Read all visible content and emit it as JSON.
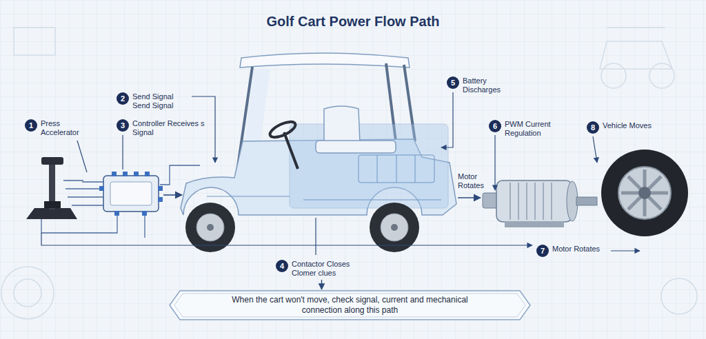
{
  "diagram": {
    "title": "Golf Cart Power Flow Path",
    "nodes": [
      {
        "text": [
          "1",
          "Press Accelerator"
        ]
      },
      {
        "text": [
          "2",
          "Send Signal",
          "Send Signal"
        ]
      },
      {
        "text": [
          "3",
          "Controller Receives s Signal"
        ]
      },
      {
        "text": [
          "4",
          "Contactor Closes",
          "Clomer clues"
        ]
      },
      {
        "text": [
          "5",
          "Battery Discharges"
        ]
      },
      {
        "text": [
          "6",
          "PWM Current Regulation"
        ]
      },
      {
        "text": [
          "7",
          "Motor Rotates"
        ]
      },
      {
        "text": [
          "8",
          "Vehicle Moves"
        ]
      },
      {
        "text": [
          "When the cart won't move, check signal, current and mechanical connection along this path"
        ]
      }
    ],
    "edges": [
      {
        "from": 3,
        "to": 8,
        "arrow": "to"
      }
    ],
    "labels": [
      "Motor Rotates"
    ]
  }
}
